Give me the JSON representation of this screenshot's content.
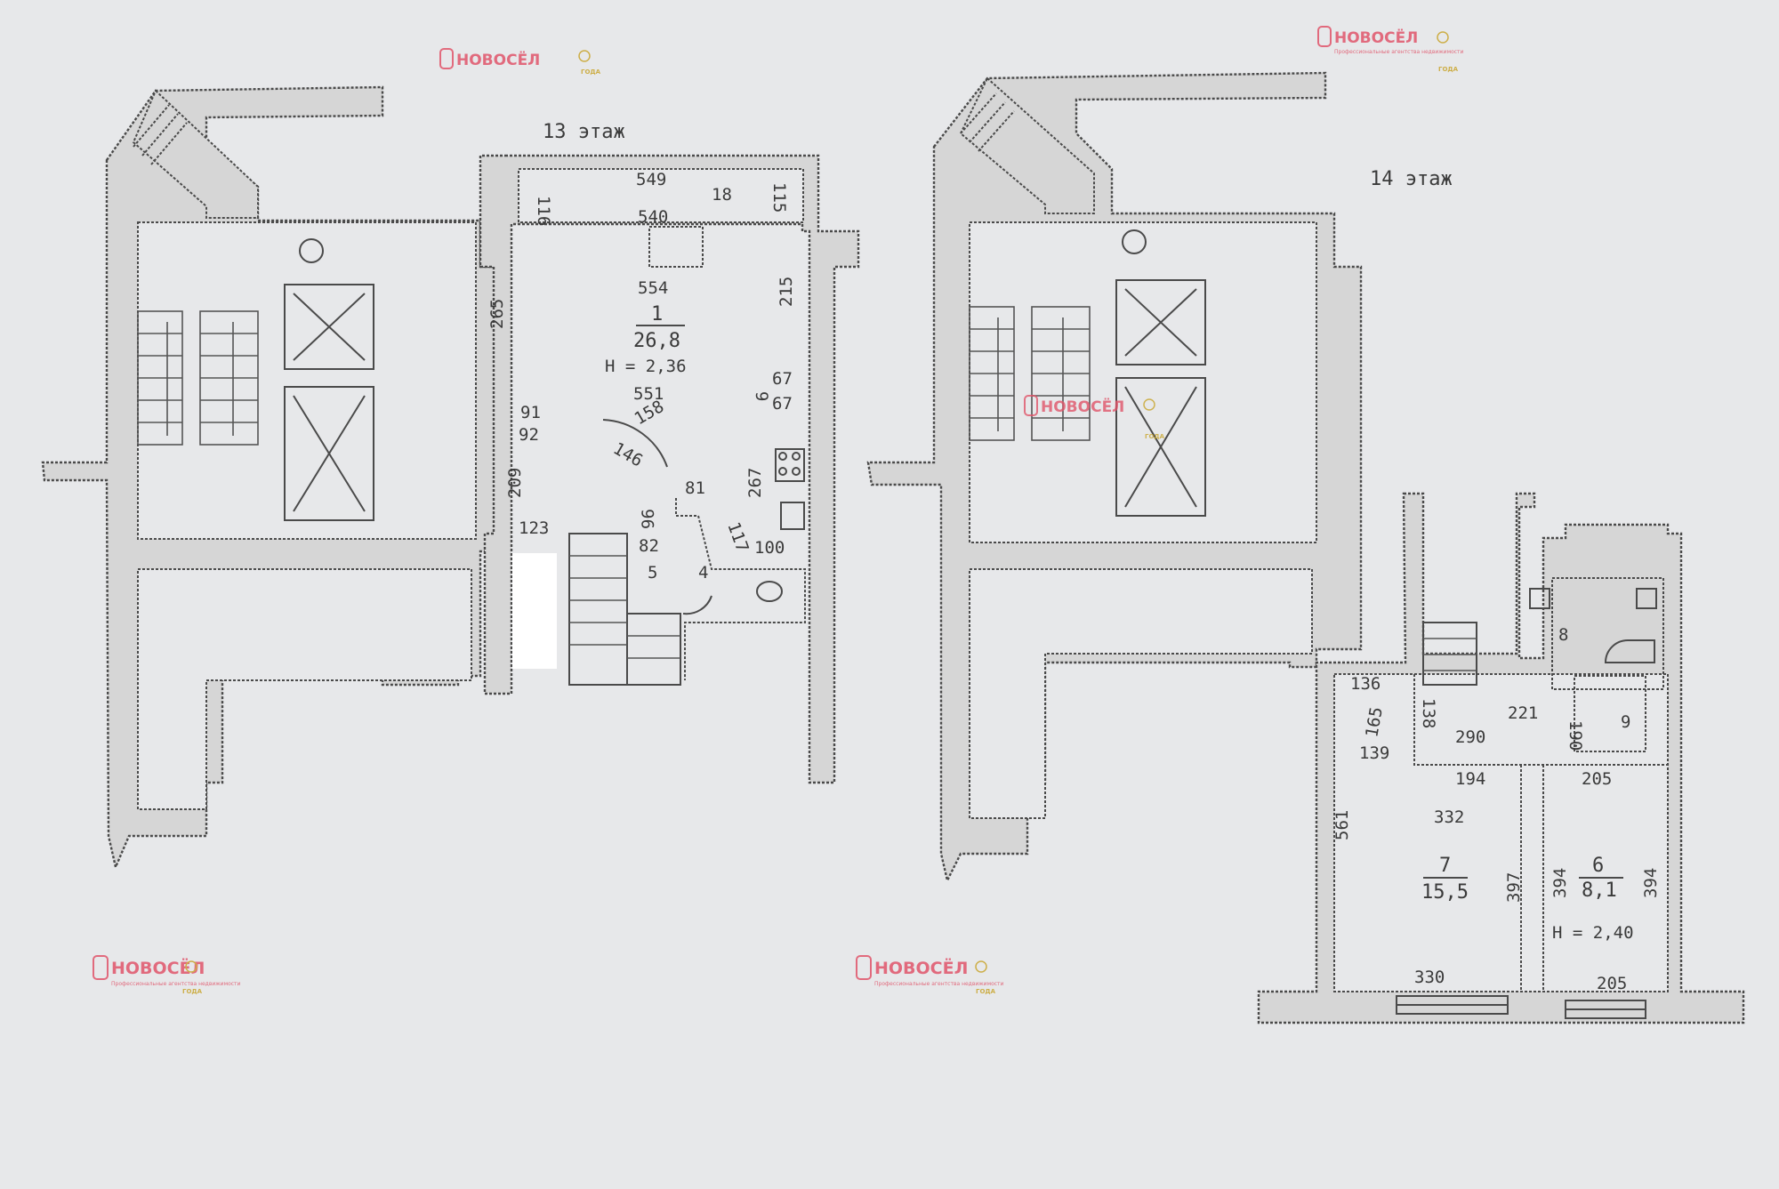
{
  "floors": {
    "floor13": {
      "title": "13 этаж"
    },
    "floor14": {
      "title": "14 этаж"
    }
  },
  "floor13_labels": {
    "d549": "549",
    "d540": "540",
    "d554": "554",
    "d116": "116",
    "d18": "18",
    "d115": "115",
    "room1": "1",
    "area1": "26,8",
    "height1": "H = 2,36",
    "d265": "265",
    "d215": "215",
    "d551": "551",
    "d67a": "67",
    "d67b": "67",
    "d9": "9",
    "d91": "91",
    "d92": "92",
    "d158": "158",
    "d146": "146",
    "d209": "209",
    "d267": "267",
    "d81": "81",
    "d123": "123",
    "d96": "96",
    "d117": "117",
    "d82": "82",
    "d100": "100",
    "room4": "4",
    "room5": "5"
  },
  "floor14_labels": {
    "d136": "136",
    "d165": "165",
    "d138": "138",
    "d221": "221",
    "d190": "190",
    "d290": "290",
    "room9": "9",
    "room8": "8",
    "d139": "139",
    "d194": "194",
    "d205a": "205",
    "d332": "332",
    "d561": "561",
    "room7": "7",
    "area7": "15,5",
    "d397": "397",
    "d394a": "394",
    "area6": "8,1",
    "d394b": "394",
    "room6": "6",
    "height14": "H = 2,40",
    "d330": "330",
    "d205b": "205"
  },
  "watermark": {
    "brand": "НОВОСЁЛ",
    "tagline": "Профессиональные агентства недвижимости",
    "award": "ГОДА",
    "brand_color": "#e0556a",
    "award_color": "#c9a52c"
  },
  "colors": {
    "paper": "#e7e8ea",
    "ink": "#3a3a3a",
    "wall_fill": "#d6d6d6"
  }
}
